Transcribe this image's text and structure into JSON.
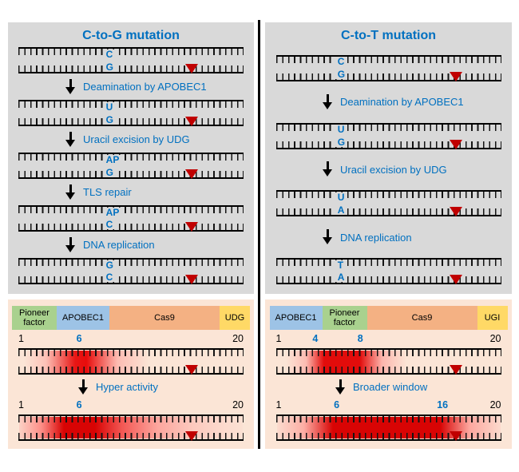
{
  "left": {
    "title": "C-to-G mutation",
    "ladders": [
      {
        "top": "C",
        "bottom": "G"
      },
      {
        "top": "U",
        "bottom": "G"
      },
      {
        "top": "AP",
        "bottom": "G"
      },
      {
        "top": "AP",
        "bottom": "C"
      },
      {
        "top": "G",
        "bottom": "C"
      }
    ],
    "steps": [
      "Deamination by APOBEC1",
      "Uracil excision by UDG",
      "TLS repair",
      "DNA replication"
    ],
    "construct": [
      {
        "name": "Pioneer factor",
        "color": "#a9d18e"
      },
      {
        "name": "APOBEC1",
        "color": "#9dc3e6"
      },
      {
        "name": "Cas9",
        "color": "#f4b183"
      },
      {
        "name": "UDG",
        "color": "#ffd966"
      }
    ],
    "window_top": {
      "start": "1",
      "end": "20",
      "marks": [
        "6"
      ]
    },
    "window_step": "Hyper activity",
    "window_bottom": {
      "start": "1",
      "end": "20",
      "marks": [
        "6"
      ]
    }
  },
  "right": {
    "title": "C-to-T mutation",
    "ladders": [
      {
        "top": "C",
        "bottom": "G"
      },
      {
        "top": "U",
        "bottom": "G"
      },
      {
        "top": "U",
        "bottom": "A"
      },
      {
        "top": "T",
        "bottom": "A"
      }
    ],
    "steps": [
      "Deamination by APOBEC1",
      "Uracil excision by UDG",
      "DNA replication"
    ],
    "construct": [
      {
        "name": "APOBEC1",
        "color": "#9dc3e6"
      },
      {
        "name": "Pioneer factor",
        "color": "#a9d18e"
      },
      {
        "name": "Cas9",
        "color": "#f4b183"
      },
      {
        "name": "UGI",
        "color": "#ffd966"
      }
    ],
    "window_top": {
      "start": "1",
      "end": "20",
      "marks": [
        "4",
        "8"
      ]
    },
    "window_step": "Broader window",
    "window_bottom": {
      "start": "1",
      "end": "20",
      "marks": [
        "6",
        "16"
      ]
    }
  },
  "colors": {
    "accent_blue": "#0070c0",
    "arrow_red": "#c00000",
    "panel_gray": "#d9d9d9",
    "panel_orange": "#fbe5d6"
  }
}
